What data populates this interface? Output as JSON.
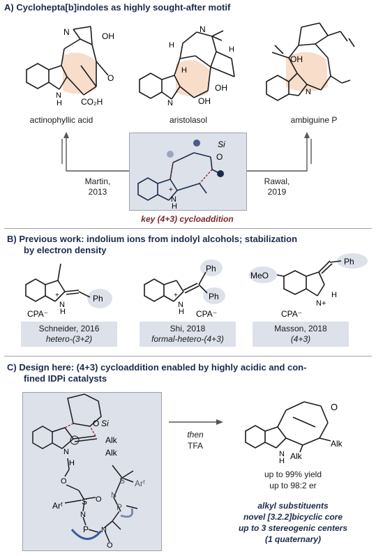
{
  "sectionA": {
    "title": "A) Cyclohepta[b]indoles as highly sought-after motif",
    "compounds": [
      "actinophyllic acid",
      "aristolasol",
      "ambiguine P"
    ],
    "left_ref": {
      "name": "Martin,",
      "year": "2013"
    },
    "right_ref": {
      "name": "Rawal,",
      "year": "2019"
    },
    "key_label": "key (4+3) cycloaddition",
    "labels": {
      "si": "Si",
      "o": "O",
      "n": "N",
      "h": "H",
      "plus": "+",
      "oh": "OH",
      "co2h": "CO₂H"
    }
  },
  "sectionB": {
    "title_line1": "B) Previous work: indolium ions from indolyl alcohols; stabilization",
    "title_line2": "by electron density",
    "works": [
      {
        "ref": "Schneider, 2016",
        "type": "hetero-(3+2)"
      },
      {
        "ref": "Shi, 2018",
        "type": "formal-hetero-(4+3)"
      },
      {
        "ref": "Masson, 2018",
        "type": "(4+3)"
      }
    ],
    "labels": {
      "cpa": "CPA⁻",
      "ph": "Ph",
      "meo": "MeO",
      "nplus": "N+",
      "n": "N",
      "h": "H"
    }
  },
  "sectionC": {
    "title_line1": "C) Design here: (4+3) cycloaddition enabled by highly acidic and con-",
    "title_line2": "fined IDPi catalysts",
    "arrow_top": "then",
    "arrow_bottom": "TFA",
    "yield": "up to 99% yield",
    "er": "up to 98:2 er",
    "features": [
      "alkyl substituents",
      "novel [3.2.2]bicyclic core",
      "up to 3 stereogenic centers",
      "(1 quaternary)"
    ],
    "labels": {
      "si": "Si",
      "o": "O",
      "alk": "Alk",
      "arf": "Arᶠ",
      "s": "S",
      "n": "N",
      "p": "P",
      "h": "H"
    }
  }
}
